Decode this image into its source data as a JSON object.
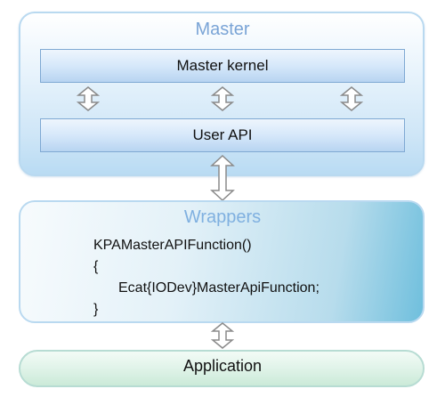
{
  "master": {
    "title": "Master",
    "kernel_label": "Master kernel",
    "user_api_label": "User API"
  },
  "wrappers": {
    "title": "Wrappers",
    "code_lines": [
      "KPAMasterAPIFunction()",
      "{",
      "Ecat{IODev}MasterApiFunction;",
      "}"
    ]
  },
  "application": {
    "label": "Application"
  },
  "colors": {
    "title_blue": "#7aa4d6",
    "panel_border": "#b9d9f0",
    "box_border": "#7fa9d3",
    "arrow_fill": "#ffffff",
    "arrow_stroke": "#8a8a8a"
  }
}
